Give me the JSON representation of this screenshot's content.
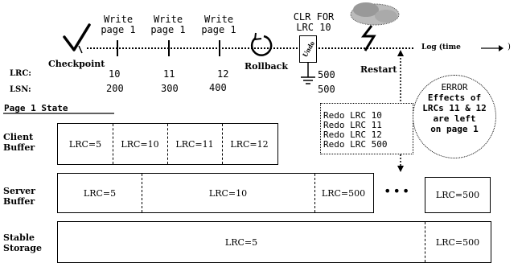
{
  "timeline": {
    "write1": [
      "Write",
      "page 1"
    ],
    "write2": [
      "Write",
      "page 1"
    ],
    "write3": [
      "Write",
      "page 1"
    ],
    "clr": [
      "CLR FOR",
      "LRC 10"
    ],
    "log_label": "Log (time",
    "checkpoint": "Checkpoint",
    "rollback": "Rollback",
    "restart": "Restart",
    "undo": "Undo",
    "lrc_label": "LRC:",
    "lsn_label": "LSN:",
    "lrc_values": [
      "10",
      "11",
      "12",
      "500"
    ],
    "lsn_values": [
      "200",
      "300",
      "400",
      "500"
    ]
  },
  "section_title": "Page 1 State",
  "redo_box": [
    "Redo LRC 10",
    "Redo LRC 11",
    "Redo LRC 12",
    "Redo LRC 500"
  ],
  "error_note": [
    "ERROR",
    "Effects of",
    "LRCs 11 & 12",
    "are left",
    "on page 1"
  ],
  "client": {
    "label": [
      "Client",
      "Buffer"
    ],
    "cells": [
      "LRC=5",
      "LRC=10",
      "LRC=11",
      "LRC=12"
    ]
  },
  "server": {
    "label": [
      "Server",
      "Buffer"
    ],
    "cells": [
      "LRC=5",
      "LRC=10",
      "LRC=500"
    ],
    "ellipsis": "•••",
    "extra": "LRC=500"
  },
  "stable": {
    "label": [
      "Stable",
      "Storage"
    ],
    "cells": [
      "LRC=5",
      "LRC=500"
    ]
  }
}
